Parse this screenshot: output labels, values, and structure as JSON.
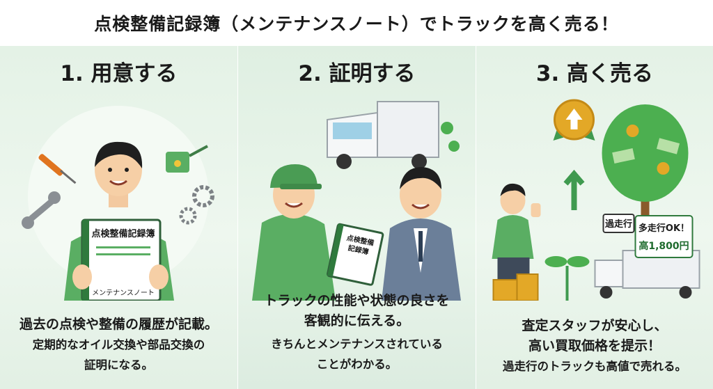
{
  "header": {
    "title": "点検整備記録簿（メンテナンスノート）でトラックを高く売る！"
  },
  "panels": [
    {
      "title": "1. 用意する",
      "book_title": "点検整備記録簿",
      "book_subtitle": "メンテナンスノート",
      "caption_lines": [
        "過去の点検や整備の履歴が記載。",
        "定期的なオイル交換や部品交換の",
        "証明になる。"
      ]
    },
    {
      "title": "2. 証明する",
      "book_title_line1": "点検整備",
      "book_title_line2": "記録簿",
      "caption_lines": [
        "トラックの性能や状態の良さを",
        "客観的に伝える。",
        "きちんとメンテナンスされている",
        "ことがわかる。"
      ]
    },
    {
      "title": "3. 高く売る",
      "sign_label": "過走行",
      "sign_ok": "多走行OK！",
      "sign_price": "高1,800円",
      "caption_lines": [
        "査定スタッフが安心し、",
        "高い買取価格を提示！",
        "過走行のトラックも高値で売れる。"
      ]
    }
  ],
  "colors": {
    "accent_green": "#3f9a4f",
    "dark_green": "#2f7a3d",
    "panel_bg": "#e8f4ea",
    "gold": "#e3a827"
  }
}
